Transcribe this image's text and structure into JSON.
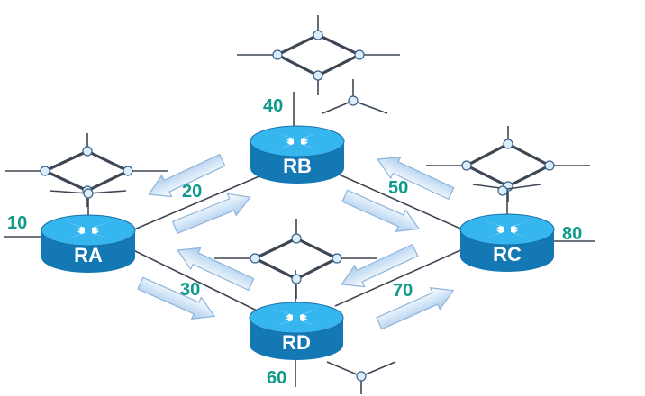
{
  "colors": {
    "router_top": "#36b6ee",
    "router_side": "#1478b4",
    "line": "#3f4652",
    "ring": "#3d4754",
    "node_fill": "#dbeefc",
    "node_stroke": "#3a5f86",
    "label_teal": "#0f9a8c",
    "arrow_stroke": "#8db4d9"
  },
  "routers": [
    {
      "id": "RA",
      "label": "RA"
    },
    {
      "id": "RB",
      "label": "RB"
    },
    {
      "id": "RC",
      "label": "RC"
    },
    {
      "id": "RD",
      "label": "RD"
    }
  ],
  "labels": {
    "ra_net": "10",
    "ra_rb": "20",
    "ra_rd": "30",
    "rb_net": "40",
    "rb_rc": "50",
    "rd_net": "60",
    "rd_rc": "70",
    "rc_net": "80"
  },
  "icons": {
    "router": "router-icon",
    "ring_network": "ring-network-icon",
    "hub": "hub-icon",
    "flow_arrow": "flow-arrow-icon"
  }
}
